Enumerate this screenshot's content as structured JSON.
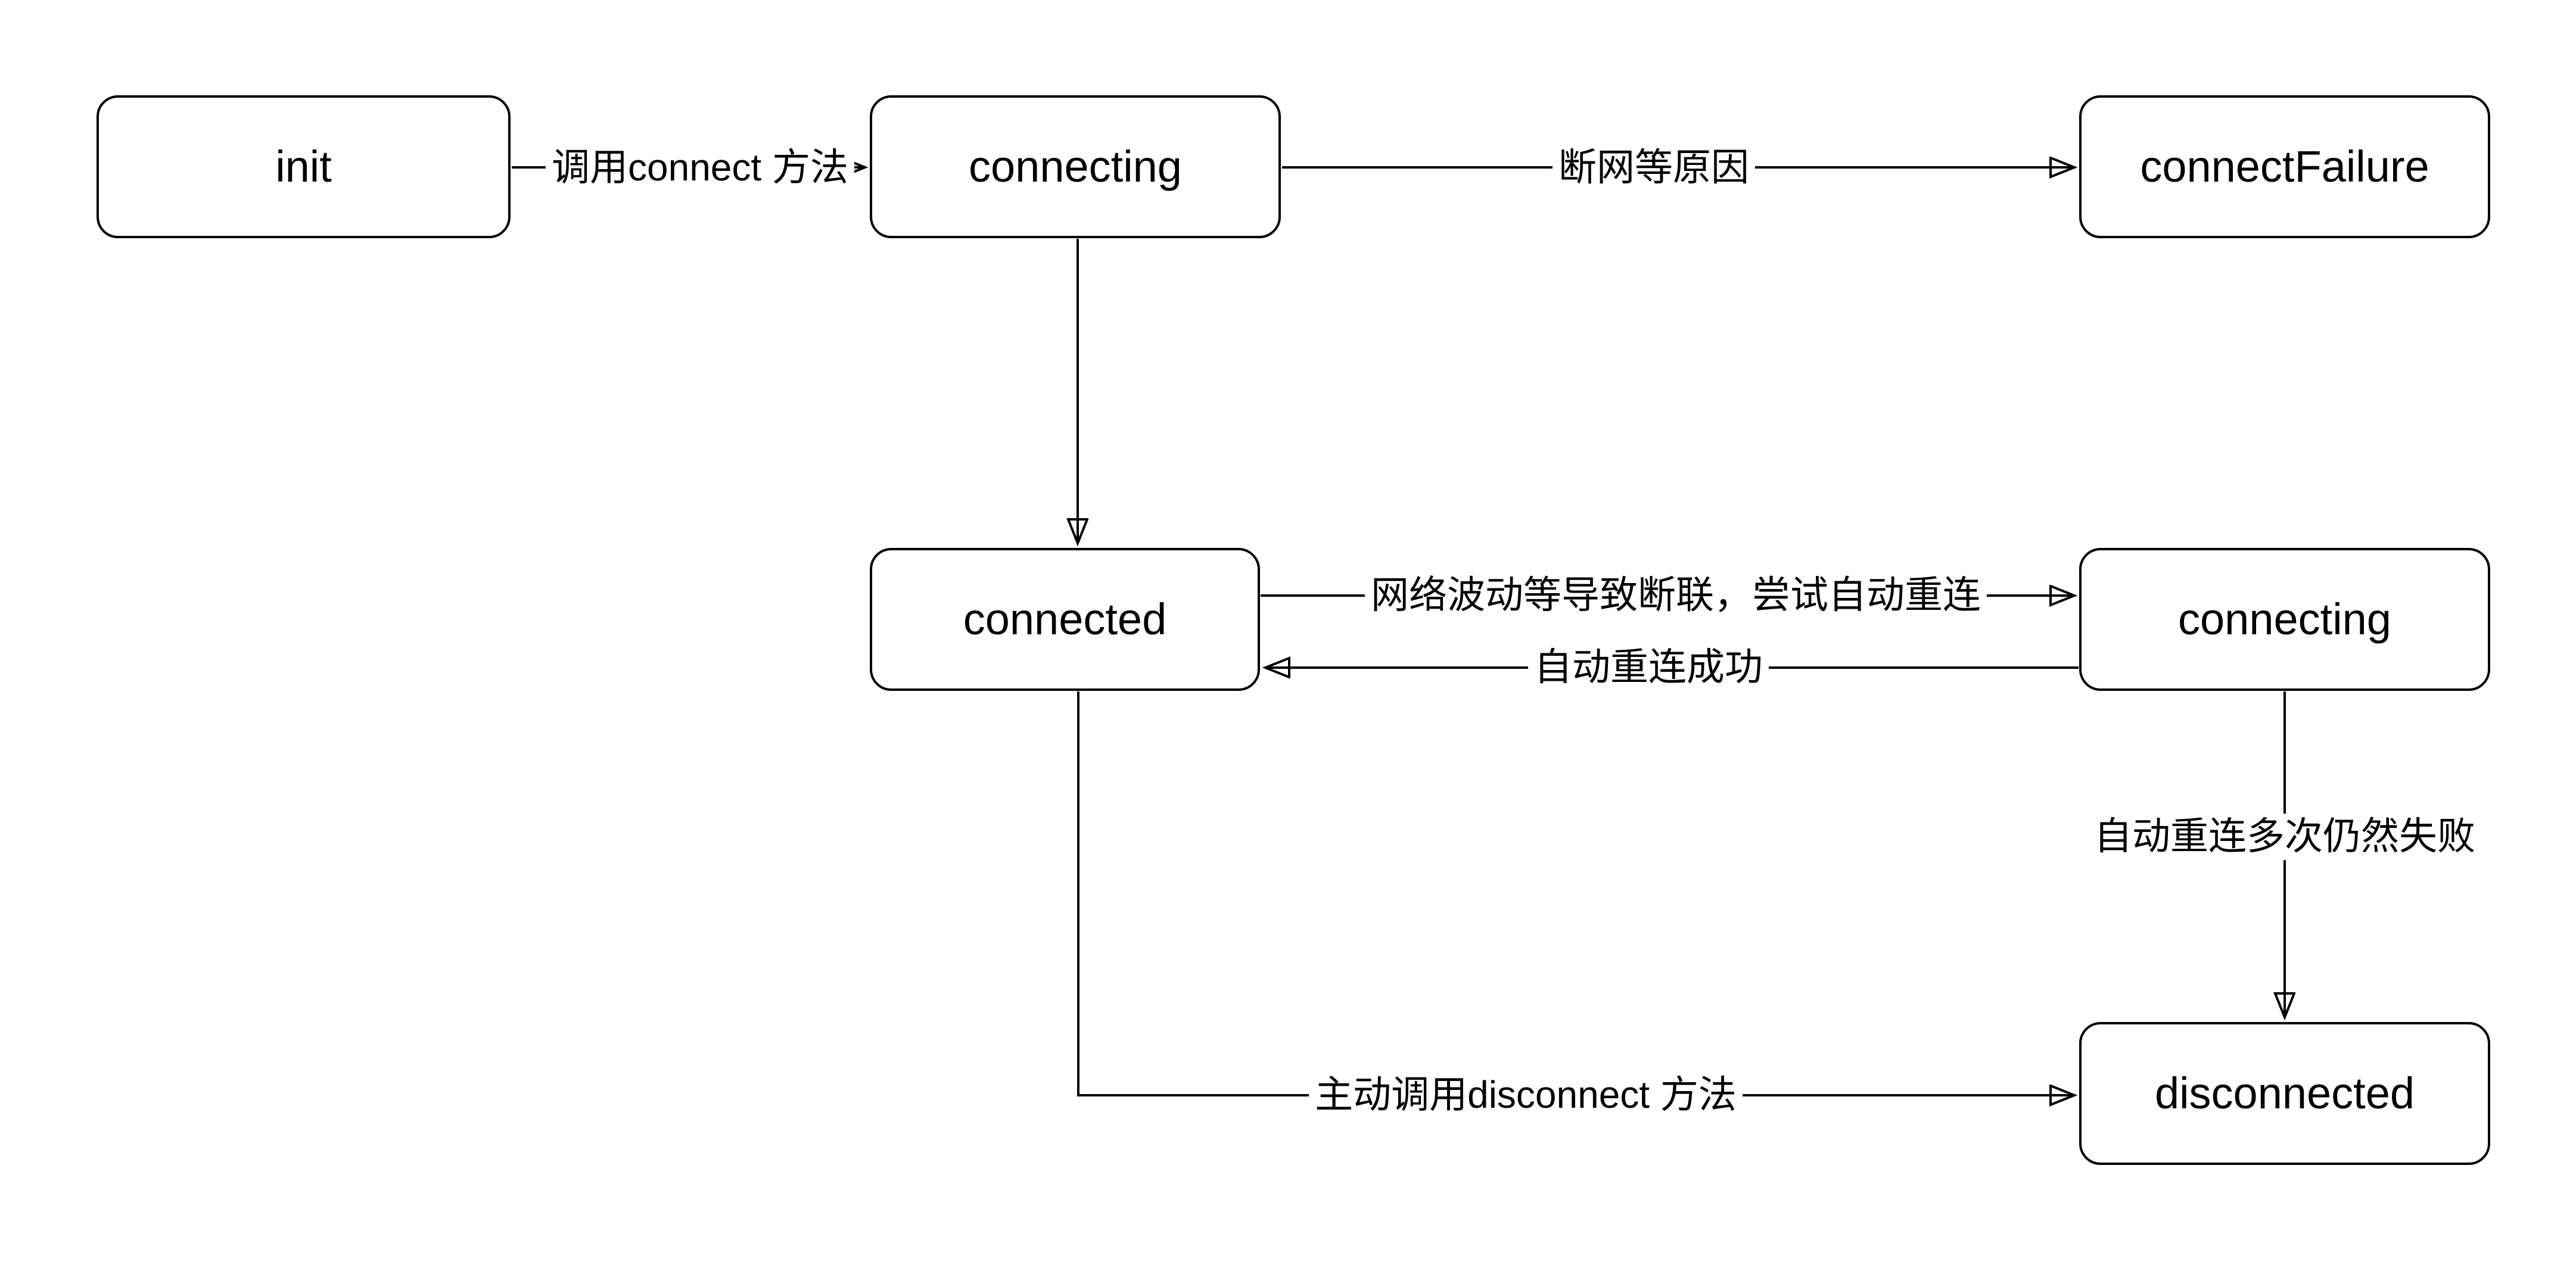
{
  "diagram": {
    "type": "state-transition-flowchart",
    "background_color": "#ffffff",
    "stroke_color": "#000000",
    "text_color": "#000000",
    "nodes": [
      {
        "id": "init",
        "label": "init"
      },
      {
        "id": "connecting-1",
        "label": "connecting"
      },
      {
        "id": "connect-failure",
        "label": "connectFailure"
      },
      {
        "id": "connected",
        "label": "connected"
      },
      {
        "id": "connecting-2",
        "label": "connecting"
      },
      {
        "id": "disconnected",
        "label": "disconnected"
      }
    ],
    "edges": [
      {
        "from": "init",
        "to": "connecting-1",
        "label": "调用connect 方法"
      },
      {
        "from": "connecting-1",
        "to": "connect-failure",
        "label": "断网等原因"
      },
      {
        "from": "connecting-1",
        "to": "connected",
        "label": ""
      },
      {
        "from": "connected",
        "to": "connecting-2",
        "label": "网络波动等导致断联，尝试自动重连"
      },
      {
        "from": "connecting-2",
        "to": "connected",
        "label": "自动重连成功"
      },
      {
        "from": "connecting-2",
        "to": "disconnected",
        "label": "自动重连多次仍然失败"
      },
      {
        "from": "connected",
        "to": "disconnected",
        "label": "主动调用disconnect 方法"
      }
    ]
  }
}
